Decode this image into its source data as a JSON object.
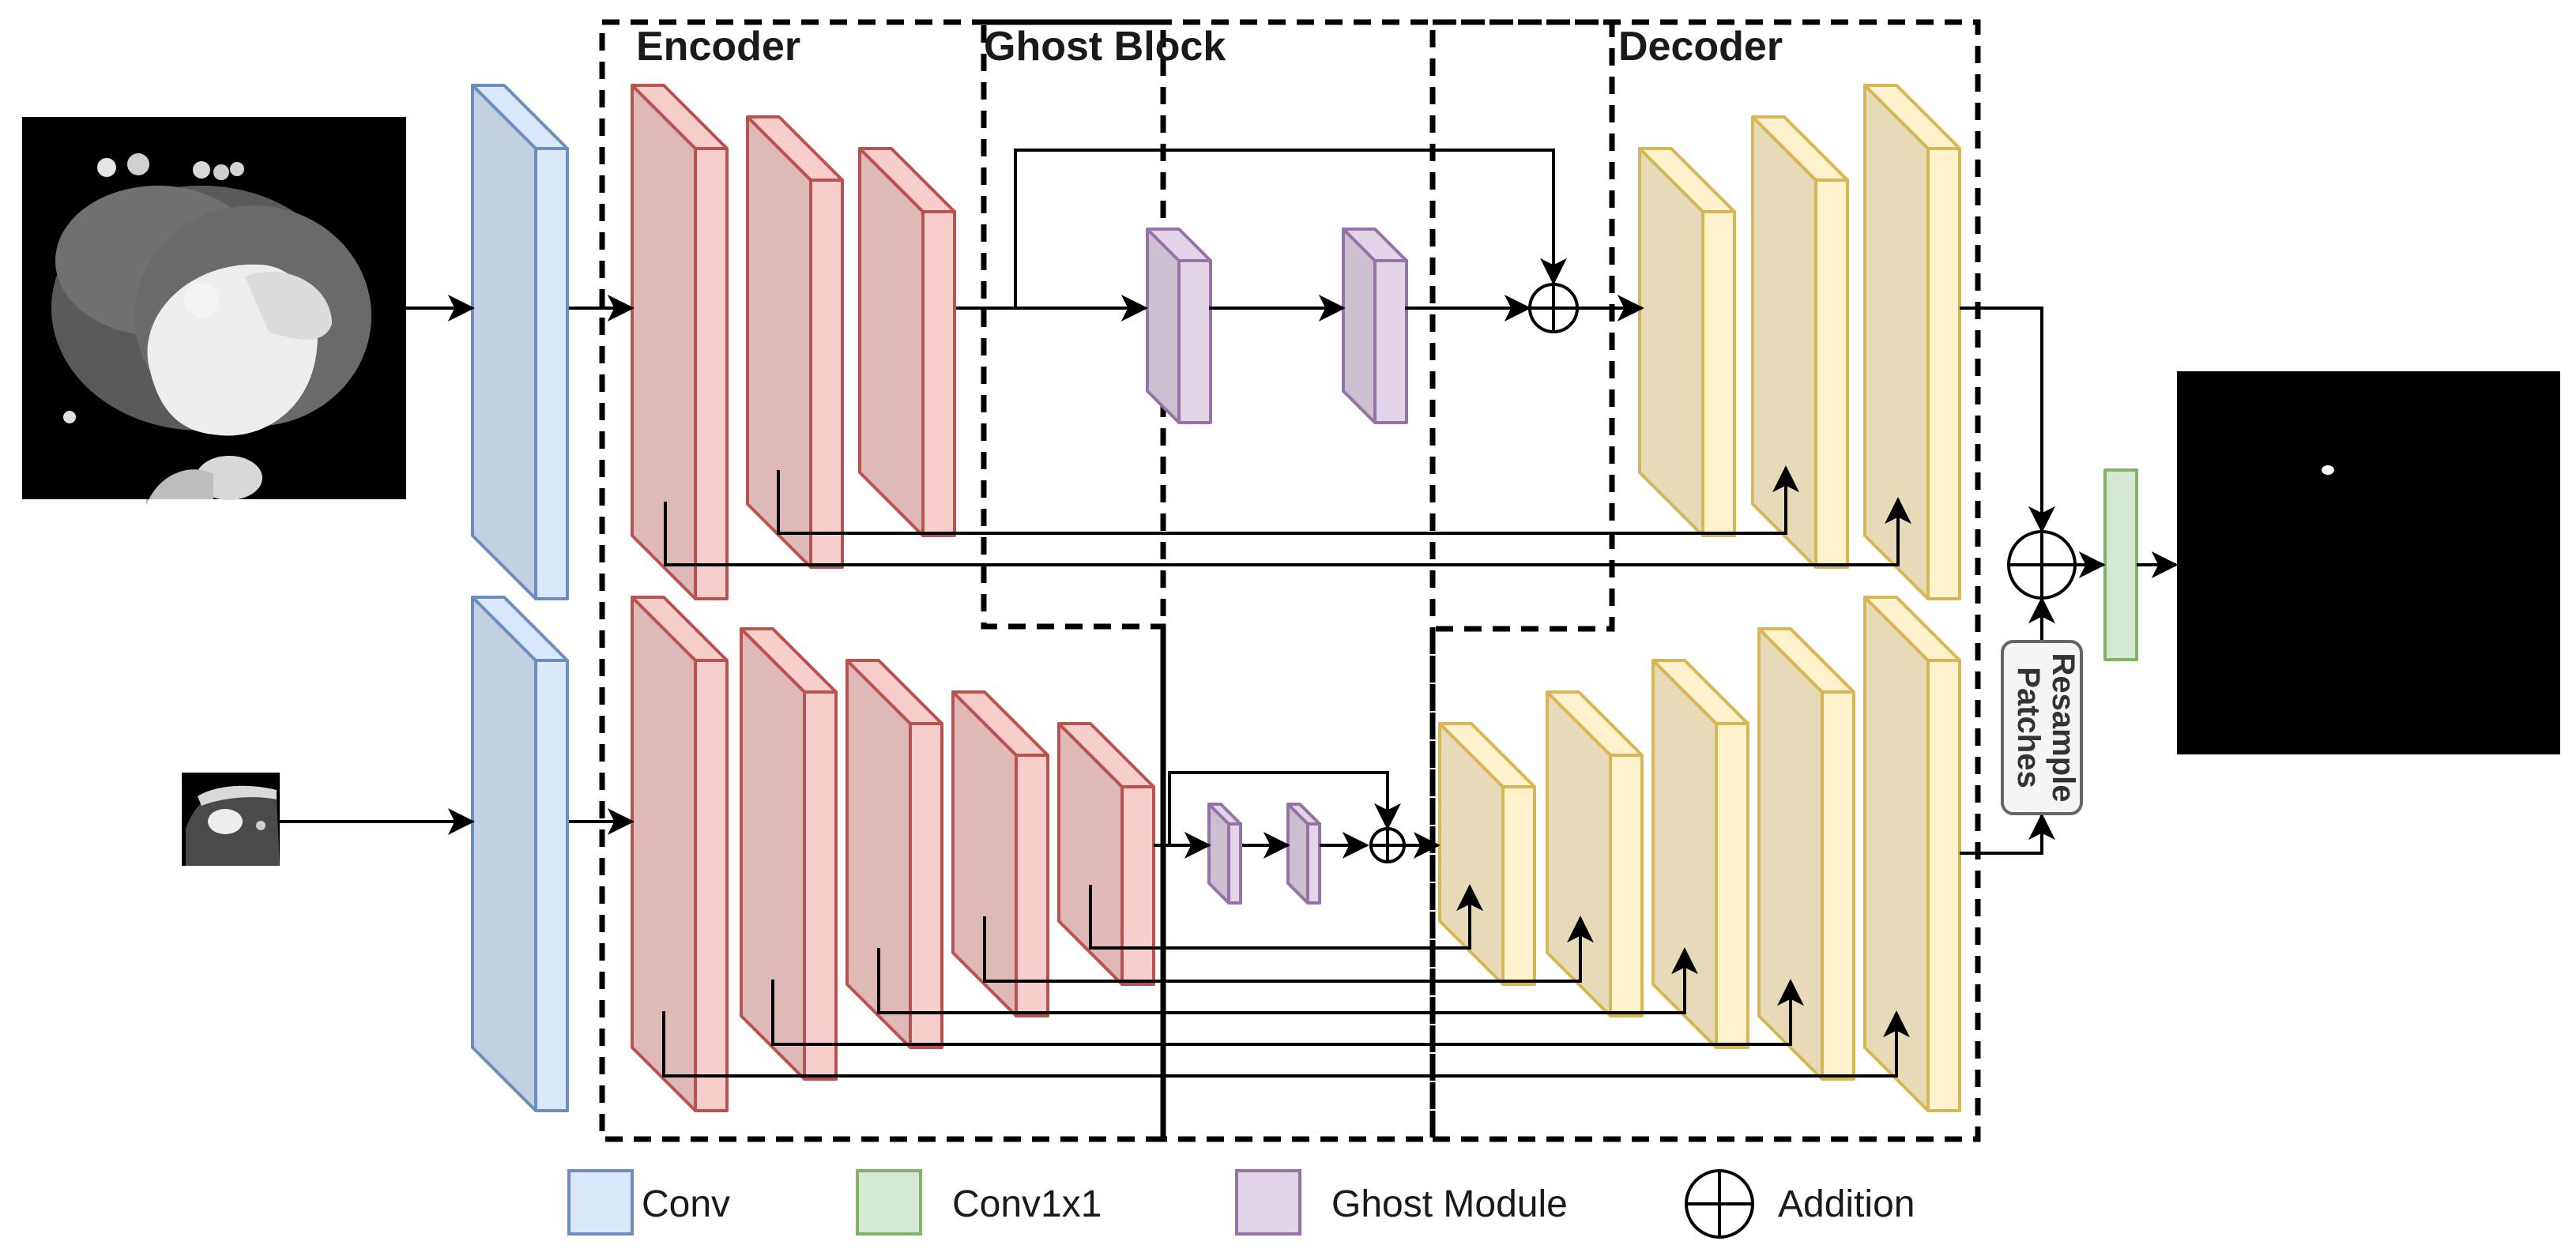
{
  "regions": {
    "encoder": "Encoder",
    "ghost_block": "Ghost Block",
    "decoder": "Decoder"
  },
  "resample": {
    "line1": "Resample",
    "line2": "Patches"
  },
  "legend": {
    "conv": "Conv",
    "conv1x1": "Conv1x1",
    "ghost_module": "Ghost Module",
    "addition": "Addition"
  },
  "colors": {
    "conv": "#dae8fc",
    "conv_stroke": "#6c8ebf",
    "encoder": "#f8cecc",
    "encoder_stroke": "#b85450",
    "ghost": "#e1d5e7",
    "ghost_stroke": "#9673a6",
    "decoder": "#fff2cc",
    "decoder_stroke": "#d6b656",
    "conv1x1": "#d5e8d4",
    "conv1x1_stroke": "#82b366"
  },
  "icons": {
    "input_image": "ct-scan-slice-image",
    "input_patch": "ct-scan-patch-image",
    "output_image": "segmentation-mask-image",
    "addition": "circle-plus-icon"
  }
}
